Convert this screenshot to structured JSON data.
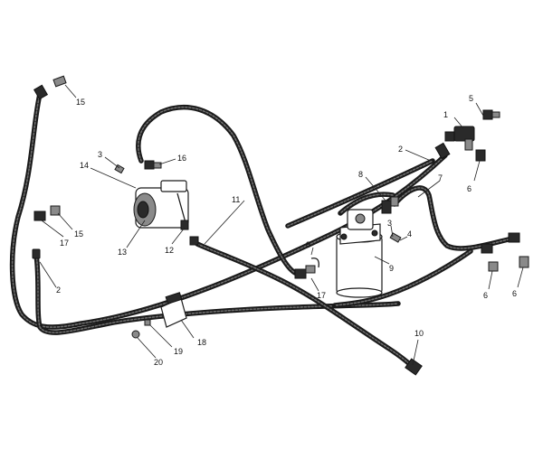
{
  "labels": {
    "l1": "1",
    "l2a": "2",
    "l2b": "2",
    "l3a": "3",
    "l3b": "3",
    "l4": "4",
    "l5": "5",
    "l6a": "6",
    "l6b": "6",
    "l6c": "6",
    "l7": "7",
    "l8a": "8",
    "l8b": "8",
    "l9": "9",
    "l10": "10",
    "l11": "11",
    "l12": "12",
    "l13": "13",
    "l14": "14",
    "l15a": "15",
    "l15b": "15",
    "l16": "16",
    "l17a": "17",
    "l17b": "17",
    "l18": "18",
    "l19": "19",
    "l20": "20"
  }
}
